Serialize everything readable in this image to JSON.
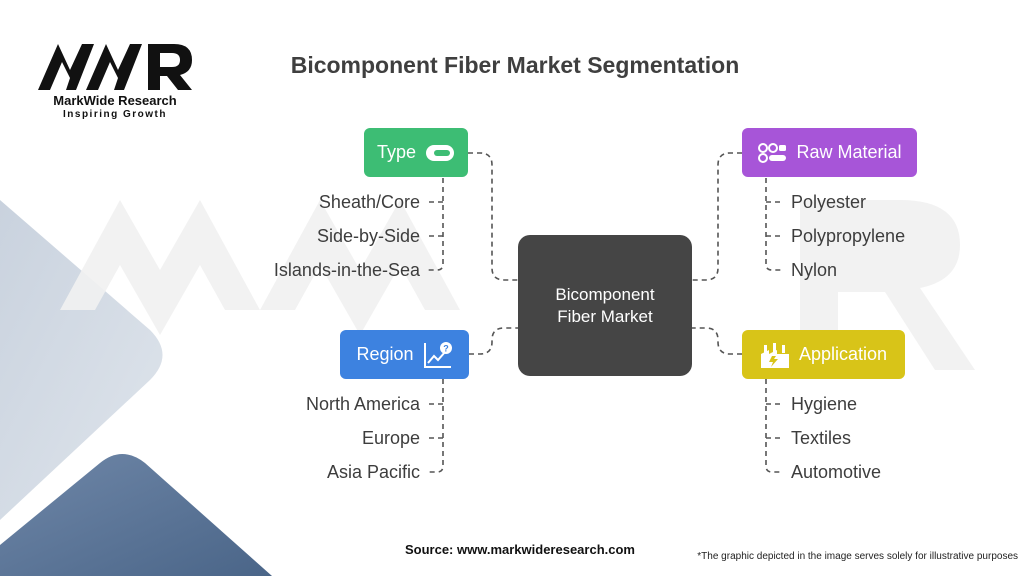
{
  "logo": {
    "name": "MarkWide Research",
    "tagline": "Inspiring Growth"
  },
  "title": "Bicomponent Fiber Market Segmentation",
  "center": {
    "line1": "Bicomponent",
    "line2": "Fiber Market"
  },
  "branches": {
    "type": {
      "label": "Type",
      "color": "#3dbd74",
      "icon": "fiber-cross-section-icon",
      "items": [
        "Sheath/Core",
        "Side-by-Side",
        "Islands-in-the-Sea"
      ]
    },
    "region": {
      "label": "Region",
      "color": "#3d82e0",
      "icon": "growth-chart-question-icon",
      "items": [
        "North America",
        "Europe",
        "Asia Pacific"
      ]
    },
    "raw_material": {
      "label": "Raw Material",
      "color": "#a755d8",
      "icon": "raw-material-resources-icon",
      "items": [
        "Polyester",
        "Polypropylene",
        "Nylon"
      ]
    },
    "application": {
      "label": "Application",
      "color": "#d8c418",
      "icon": "factory-icon",
      "items": [
        "Hygiene",
        "Textiles",
        "Automotive"
      ]
    }
  },
  "footer": {
    "source": "Source: www.markwideresearch.com",
    "note": "*The graphic depicted in the image serves solely for illustrative purposes"
  }
}
